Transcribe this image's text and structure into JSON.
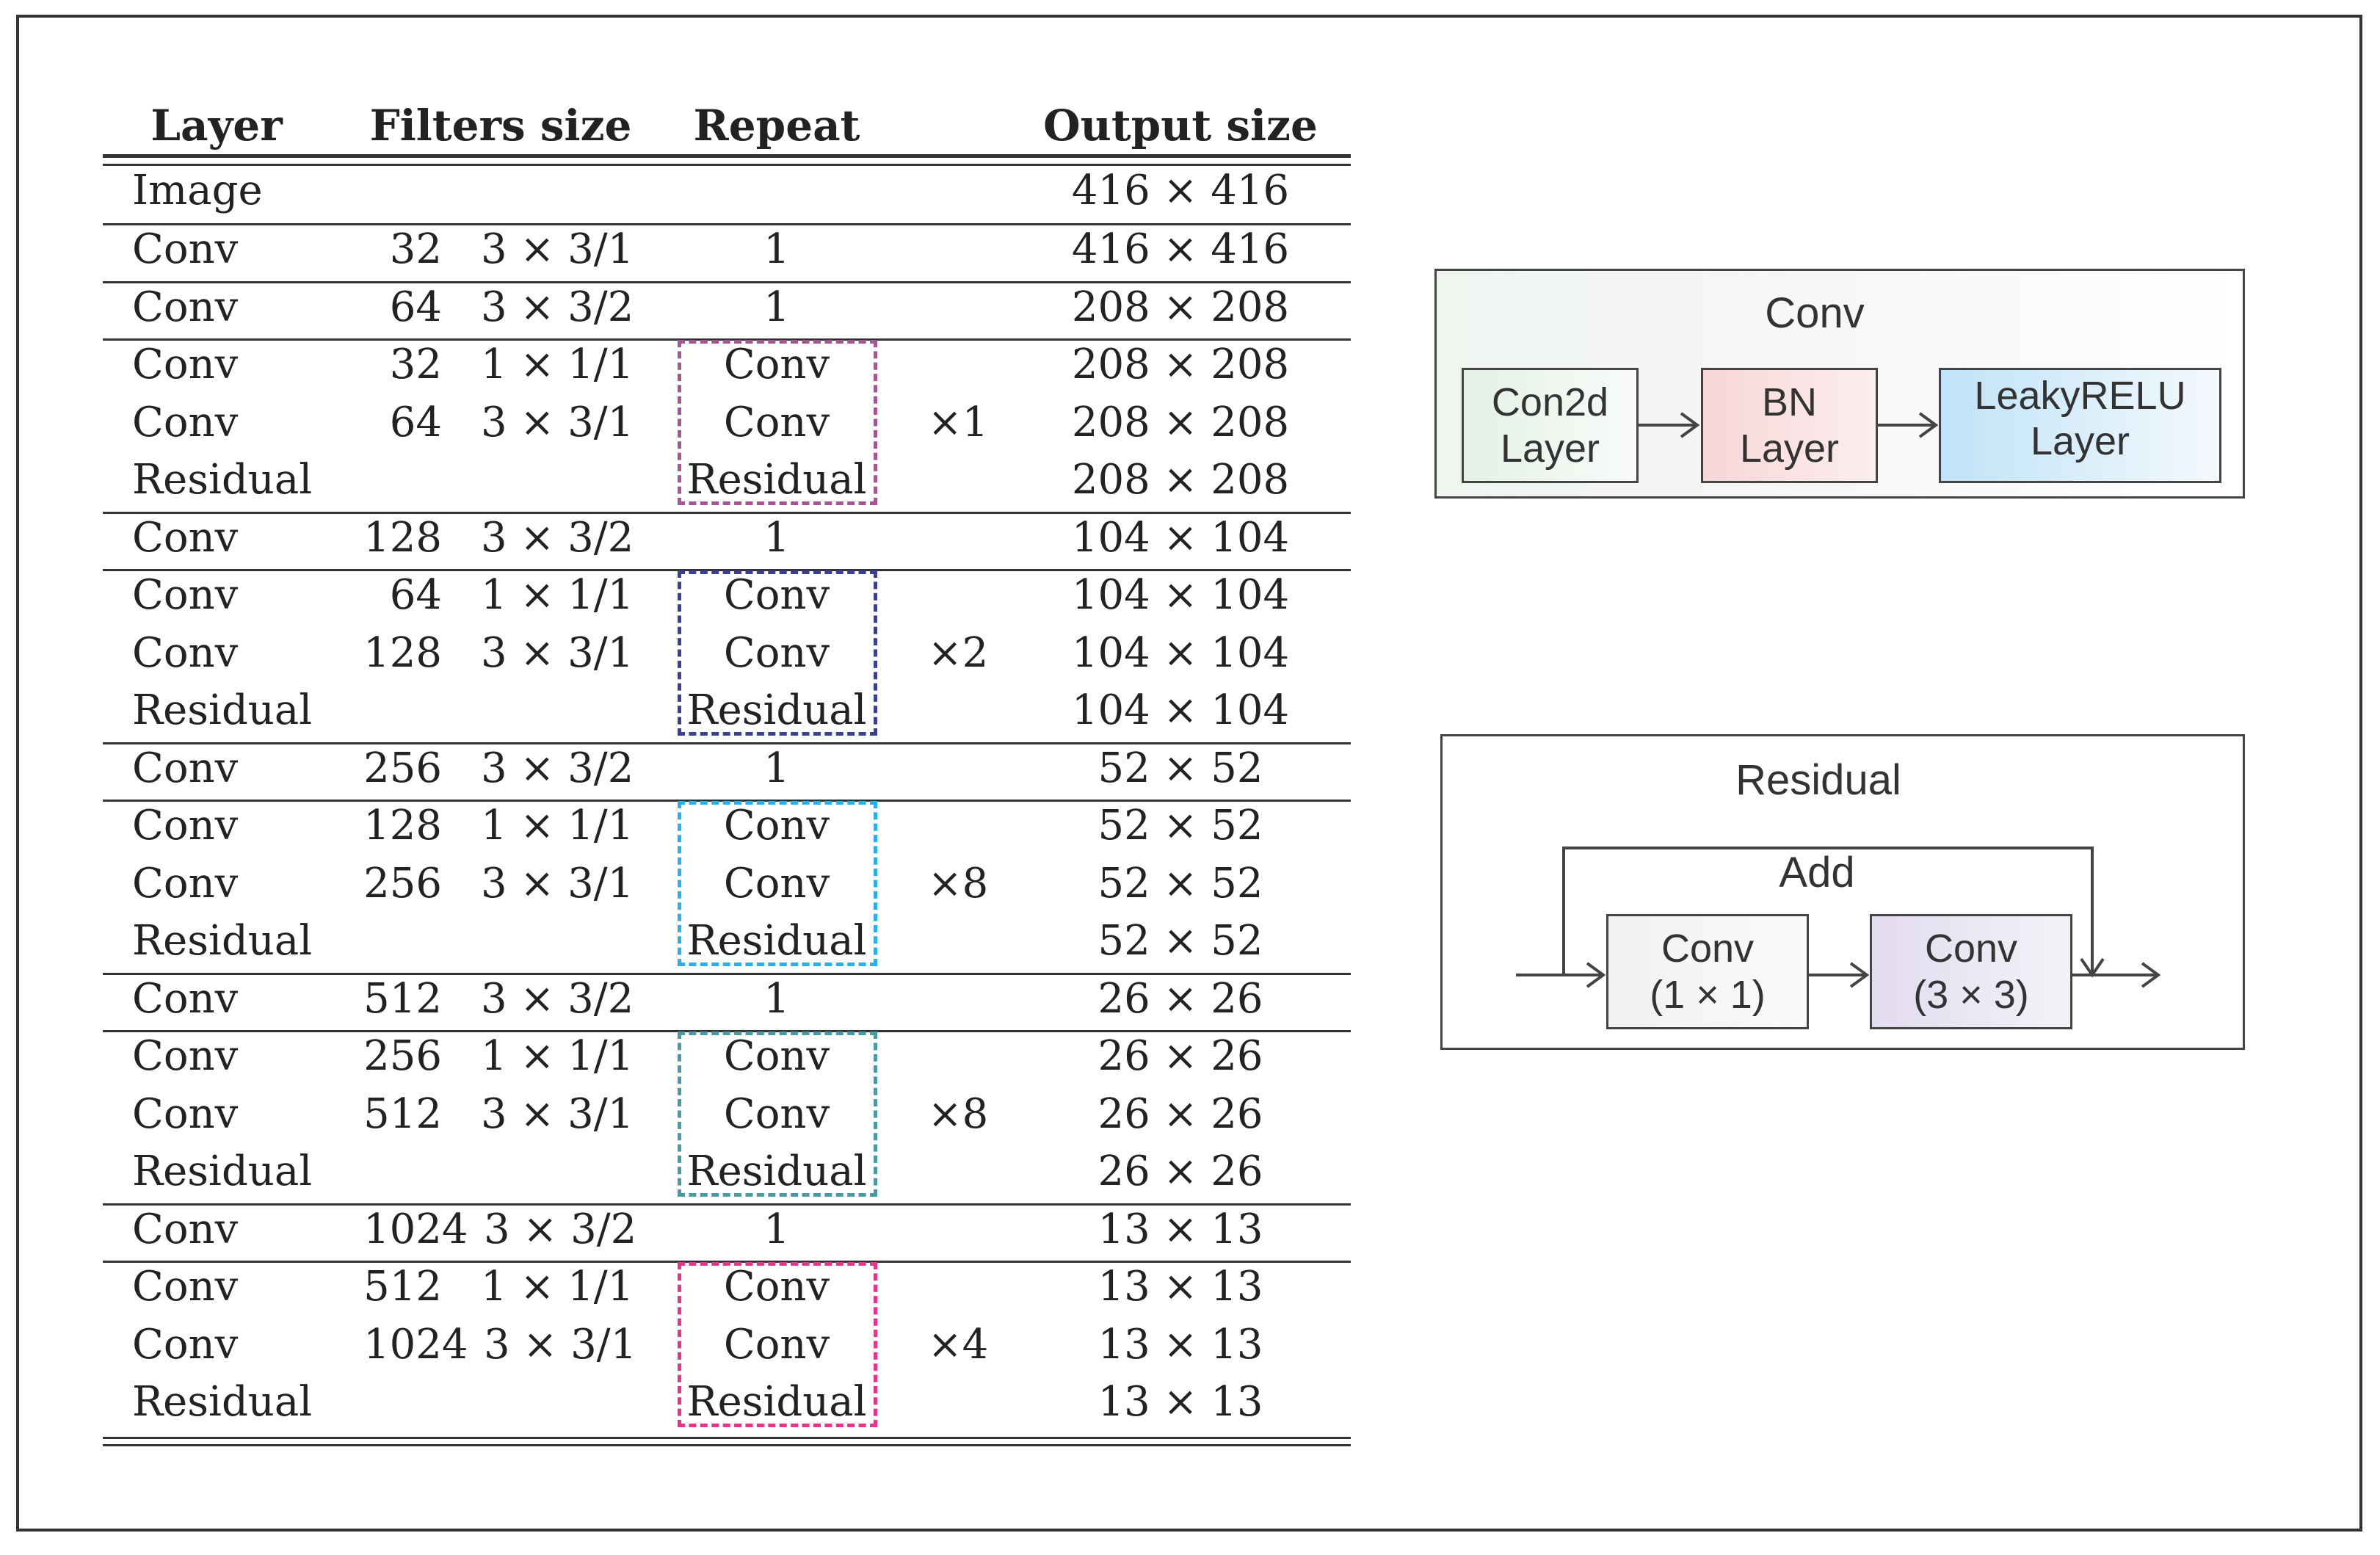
{
  "table": {
    "headers": {
      "layer": "Layer",
      "filters": "Filters size",
      "repeat": "Repeat",
      "output": "Output size"
    },
    "image_row": {
      "layer": "Image",
      "output": "416 × 416"
    },
    "rows": [
      {
        "layer": "Conv",
        "filters": "32",
        "size": "3 × 3/1",
        "repeat": "1",
        "output": "416 × 416"
      },
      {
        "layer": "Conv",
        "filters": "64",
        "size": "3 × 3/2",
        "repeat": "1",
        "output": "208 × 208"
      },
      {
        "layer": "Conv",
        "filters": "32",
        "size": "1 × 1/1",
        "repeat": "Conv",
        "output": "208 × 208"
      },
      {
        "layer": "Conv",
        "filters": "64",
        "size": "3 × 3/1",
        "repeat": "Conv",
        "output": "208 × 208"
      },
      {
        "layer": "Residual",
        "filters": "",
        "size": "",
        "repeat": "Residual",
        "output": "208 × 208"
      },
      {
        "layer": "Conv",
        "filters": "128",
        "size": "3 × 3/2",
        "repeat": "1",
        "output": "104 × 104"
      },
      {
        "layer": "Conv",
        "filters": "64",
        "size": "1 × 1/1",
        "repeat": "Conv",
        "output": "104 × 104"
      },
      {
        "layer": "Conv",
        "filters": "128",
        "size": "3 × 3/1",
        "repeat": "Conv",
        "output": "104 × 104"
      },
      {
        "layer": "Residual",
        "filters": "",
        "size": "",
        "repeat": "Residual",
        "output": "104 × 104"
      },
      {
        "layer": "Conv",
        "filters": "256",
        "size": "3 × 3/2",
        "repeat": "1",
        "output": "52 × 52"
      },
      {
        "layer": "Conv",
        "filters": "128",
        "size": "1 × 1/1",
        "repeat": "Conv",
        "output": "52 × 52"
      },
      {
        "layer": "Conv",
        "filters": "256",
        "size": "3 × 3/1",
        "repeat": "Conv",
        "output": "52 × 52"
      },
      {
        "layer": "Residual",
        "filters": "",
        "size": "",
        "repeat": "Residual",
        "output": "52 × 52"
      },
      {
        "layer": "Conv",
        "filters": "512",
        "size": "3 × 3/2",
        "repeat": "1",
        "output": "26 × 26"
      },
      {
        "layer": "Conv",
        "filters": "256",
        "size": "1 × 1/1",
        "repeat": "Conv",
        "output": "26 × 26"
      },
      {
        "layer": "Conv",
        "filters": "512",
        "size": "3 × 3/1",
        "repeat": "Conv",
        "output": "26 × 26"
      },
      {
        "layer": "Residual",
        "filters": "",
        "size": "",
        "repeat": "Residual",
        "output": "26 × 26"
      },
      {
        "layer": "Conv",
        "filters": "1024",
        "size": "3 × 3/2",
        "repeat": "1",
        "output": "13 × 13"
      },
      {
        "layer": "Conv",
        "filters": "512",
        "size": "1 × 1/1",
        "repeat": "Conv",
        "output": "13 × 13"
      },
      {
        "layer": "Conv",
        "filters": "1024",
        "size": "3 × 3/1",
        "repeat": "Conv",
        "output": "13 × 13"
      },
      {
        "layer": "Residual",
        "filters": "",
        "size": "",
        "repeat": "Residual",
        "output": "13 × 13"
      }
    ],
    "multipliers": [
      "×1",
      "×2",
      "×8",
      "×8",
      "×4"
    ],
    "group_colors": [
      "#a3568f",
      "#3a3f8f",
      "#2ab0e8",
      "#4b9aa3",
      "#e8338a"
    ]
  },
  "conv_diagram": {
    "title": "Conv",
    "blocks": [
      {
        "line1": "Con2d",
        "line2": "Layer"
      },
      {
        "line1": "BN",
        "line2": "Layer"
      },
      {
        "line1": "LeakyRELU",
        "line2": "Layer"
      }
    ]
  },
  "residual_diagram": {
    "title": "Residual",
    "add_label": "Add",
    "blocks": [
      {
        "line1": "Conv",
        "line2": "(1 × 1)"
      },
      {
        "line1": "Conv",
        "line2": "(3 × 3)"
      }
    ]
  }
}
